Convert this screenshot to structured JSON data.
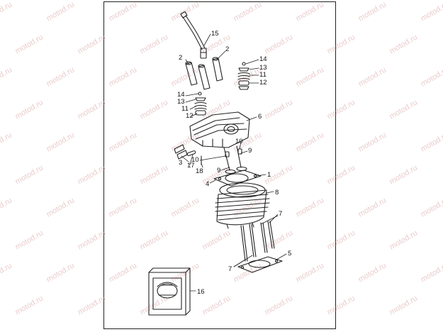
{
  "watermark": "motod.ru",
  "callouts": [
    "15",
    "2",
    "2",
    "14",
    "13",
    "11",
    "12",
    "14",
    "13",
    "11",
    "12",
    "6",
    "10",
    "9",
    "1",
    "9",
    "10",
    "3",
    "17",
    "18",
    "4",
    "8",
    "7",
    "5",
    "7",
    "16"
  ],
  "colors": {
    "line": "#222222",
    "watermark": "#d9a3a3"
  }
}
